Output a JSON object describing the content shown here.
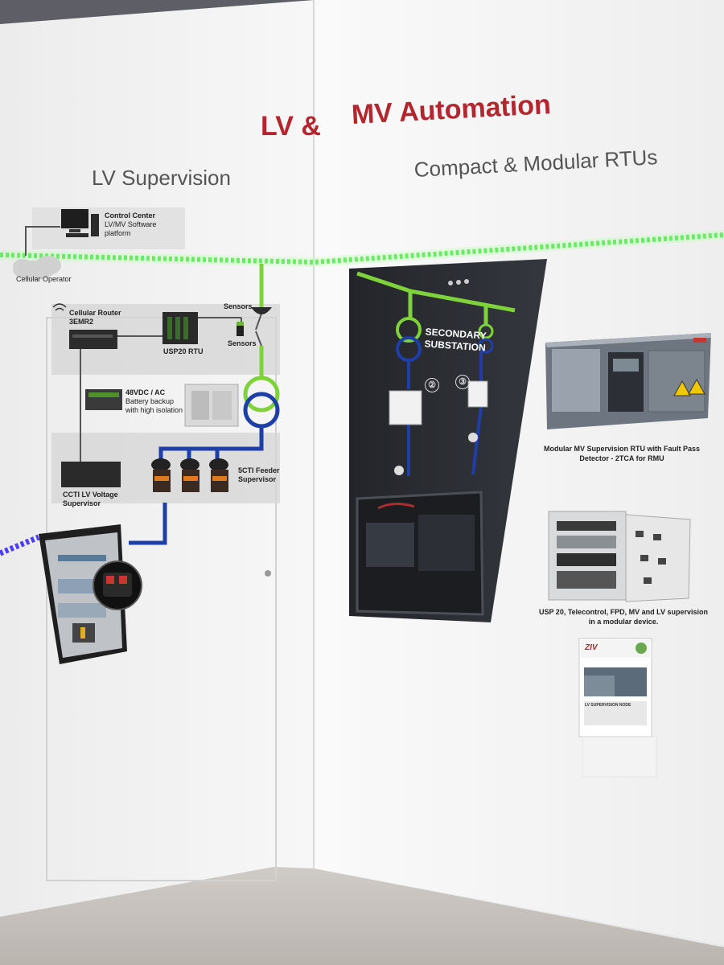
{
  "title": {
    "lv": "LV &",
    "mv": "MV Automation"
  },
  "headings": {
    "left": "LV Supervision",
    "right": "Compact & Modular RTUs"
  },
  "diagram": {
    "control_center": {
      "title": "Control Center",
      "subtitle_line1": "LV/MV Software",
      "subtitle_line2": "platform"
    },
    "cellular_operator": "Cellular Operator",
    "cellular_router": {
      "line1": "Cellular Router",
      "line2": "3EMR2"
    },
    "usp20_rtu": "USP20 RTU",
    "sensors_top": "Sensors",
    "sensors_bottom": "Sensors",
    "battery": {
      "line1": "48VDC / AC",
      "line2": "Battery backup",
      "line3": "with high isolation"
    },
    "ccti": {
      "line1": "CCTI LV Voltage",
      "line2": "Supervisor"
    },
    "feeder": {
      "line1": "5CTI Feeder",
      "line2": "Supervisor"
    }
  },
  "substation": {
    "label_line1": "SECONDARY",
    "label_line2": "SUBSTATION",
    "num_left": "②",
    "num_right": "③"
  },
  "products": {
    "rmu_caption_line1": "Modular MV Supervision RTU with Fault Pass",
    "rmu_caption_line2": "Detector - 2TCA for RMU",
    "usp_caption_line1": "USP 20, Telecontrol, FPD, MV and LV supervision",
    "usp_caption_line2": "in a modular device."
  },
  "brochure": {
    "logo": "ZIV",
    "headline": "LV SUPERVISION NODE"
  },
  "colors": {
    "accent_red": "#b3262d",
    "line_green": "#7ed33a",
    "line_blue": "#1e3fa8",
    "led_green": "#3fe03f",
    "led_blue": "#4a3dff",
    "panel_dark": "#2b2d31"
  }
}
